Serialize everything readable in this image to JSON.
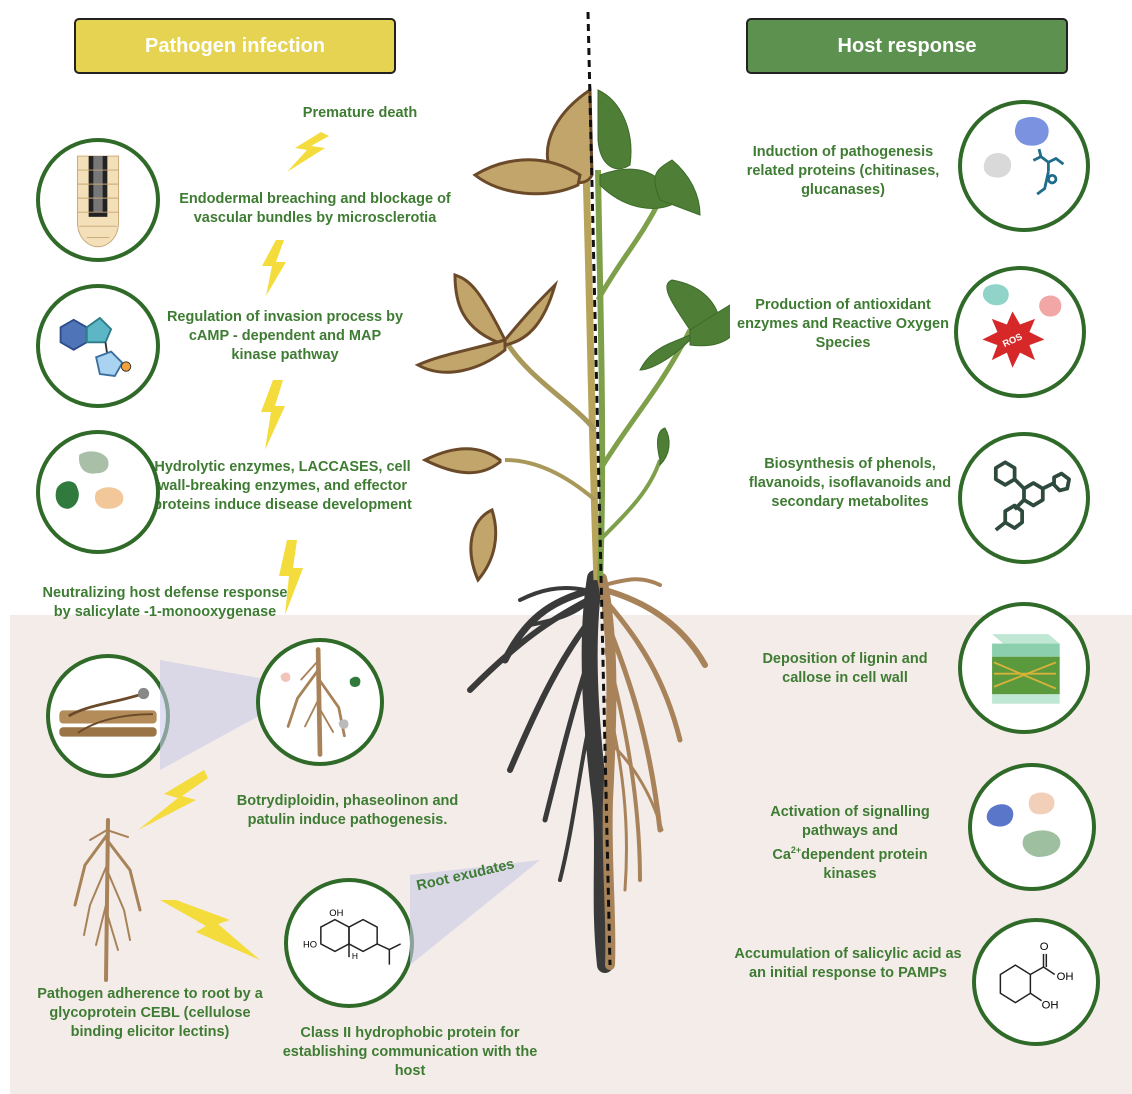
{
  "headers": {
    "left": "Pathogen infection",
    "right": "Host response"
  },
  "pathogen": {
    "premature_death": "Premature  death",
    "endodermal": "Endodermal breaching and blockage of vascular bundles by microsclerotia",
    "regulation": "Regulation of invasion process by cAMP - dependent and MAP kinase pathway",
    "hydrolytic": "Hydrolytic enzymes, LACCASES, cell wall-breaking enzymes, and effector proteins induce disease development",
    "neutralizing": "Neutralizing host defense response by salicylate -1-monooxygenase",
    "botrydiploidin": "Botrydiploidin, phaseolinon and patulin induce pathogenesis.",
    "adherence": "Pathogen adherence to root by a glycoprotein CEBL (cellulose binding elicitor lectins)",
    "class2": "Class II hydrophobic protein for establishing communication with the host",
    "root_exudates": "Root exudates"
  },
  "host": {
    "induction": "Induction of pathogenesis related proteins (chitinases, glucanases)",
    "antioxidant": "Production of antioxidant enzymes and Reactive Oxygen Species",
    "ros": "ROS",
    "phenols": "Biosynthesis of phenols, flavanoids, isoflavanoids and secondary metabolites",
    "lignin": "Deposition of lignin and callose in cell wall",
    "signalling_1": "Activation of  signalling pathways and",
    "signalling_ca": "Ca",
    "signalling_sup": "2+",
    "signalling_2": "dependent protein kinases",
    "salicylic": "Accumulation of salicylic acid as an initial response to PAMPs",
    "oh1": "OH",
    "oh2": "OH",
    "o": "O"
  },
  "molecule": {
    "oh_top": "OH",
    "ho_left": "HO",
    "h": "H"
  },
  "colors": {
    "header_left": "#e6d352",
    "header_right": "#5c9150",
    "label_green": "#3f7c33",
    "circle_border": "#2f6a28",
    "soil": "#f4ece9",
    "bolt": "#f3dc3b"
  },
  "icons": [
    "bolt-icon",
    "root-tip-icon",
    "camp-molecule-icon",
    "enzyme-blobs-icon",
    "hyphae-icon",
    "proteins-icon",
    "ros-star-icon",
    "phenol-molecule-icon",
    "cell-wall-icon",
    "kinases-icon",
    "salicylic-acid-icon",
    "root-system-icon",
    "plant-icon"
  ]
}
